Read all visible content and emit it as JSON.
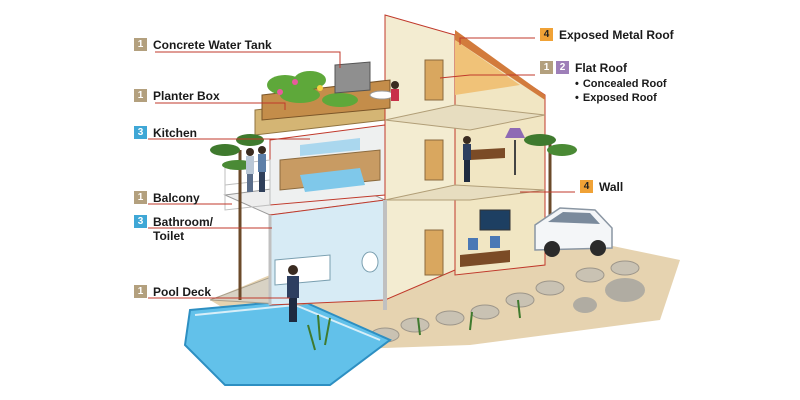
{
  "labels": {
    "concrete_water_tank": {
      "num": "1",
      "text": "Concrete Water Tank"
    },
    "planter_box": {
      "num": "1",
      "text": "Planter Box"
    },
    "kitchen": {
      "num": "3",
      "text": "Kitchen"
    },
    "balcony": {
      "num": "1",
      "text": "Balcony"
    },
    "bathroom": {
      "num": "3",
      "text": "Bathroom/\nToilet"
    },
    "pool_deck": {
      "num": "1",
      "text": "Pool Deck"
    },
    "exposed_metal_roof": {
      "num": "4",
      "text": "Exposed Metal Roof"
    },
    "flat_roof": {
      "num1": "1",
      "num2": "2",
      "text": "Flat Roof",
      "items": [
        "Concealed Roof",
        "Exposed Roof"
      ]
    },
    "wall": {
      "num": "4",
      "text": "Wall"
    }
  },
  "colors": {
    "badge_brown": "#b3a07e",
    "badge_blue": "#3fa7d6",
    "badge_orange": "#f0a236",
    "badge_purple": "#9e7fb8",
    "leader_line": "#c0392b"
  }
}
